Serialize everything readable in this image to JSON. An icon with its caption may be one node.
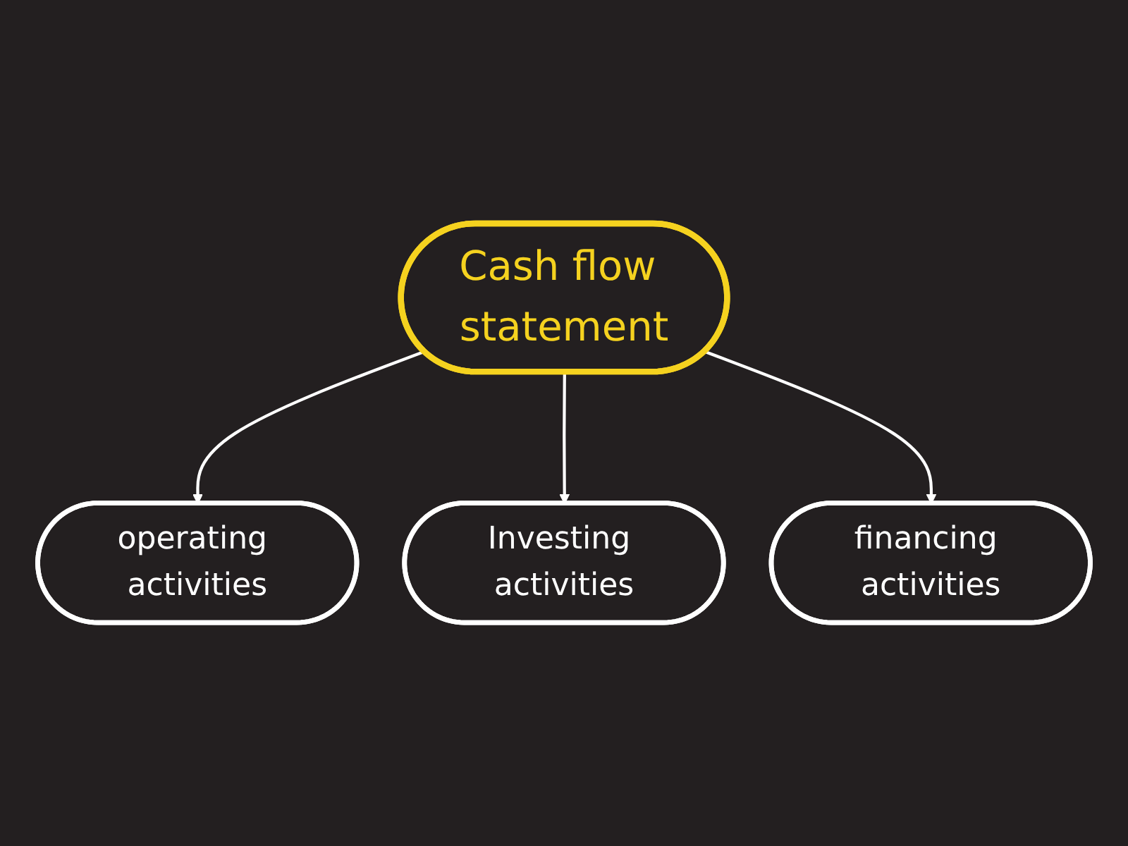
{
  "diagram": {
    "nodes": [
      {
        "text": [
          "Cash flow statement"
        ]
      },
      {
        "text": [
          "operating activities"
        ]
      },
      {
        "text": [
          "Investing activities"
        ]
      },
      {
        "text": [
          "financing activities"
        ]
      }
    ],
    "edges": [
      {
        "from": 0,
        "to": 1,
        "arrow": "to"
      },
      {
        "from": 0,
        "to": 2,
        "arrow": "to"
      },
      {
        "from": 0,
        "to": 3,
        "arrow": "to"
      }
    ]
  }
}
